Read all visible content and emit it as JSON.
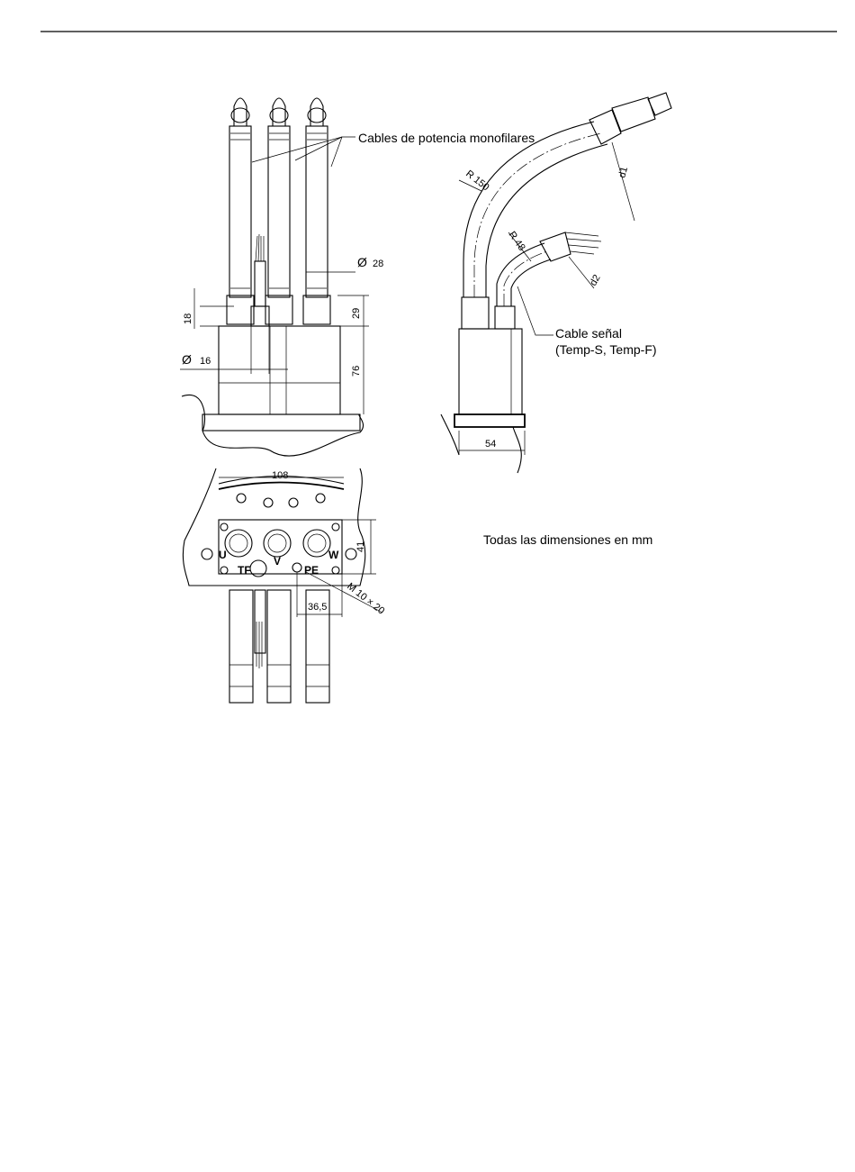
{
  "callouts": {
    "power_cables": "Cables de potencia monofilares",
    "signal_cable_line1": "Cable señal",
    "signal_cable_line2": "(Temp-S, Temp-F)",
    "units_note": "Todas las dimensiones en mm"
  },
  "dimensions": {
    "dia_28": "28",
    "dia_16": "16",
    "d_18": "18",
    "d_29": "29",
    "d_76": "76",
    "r_150": "R 150",
    "r_48": "R 48",
    "d1": "d1",
    "d2": "d2",
    "d_54": "54",
    "d_108": "108",
    "d_41": "41",
    "d_36_5": "36,5",
    "m10x20": "M 10 × 20"
  },
  "terminals": {
    "u": "U",
    "v": "V",
    "w": "W",
    "tf": "TF",
    "pe": "PE"
  },
  "symbols": {
    "diameter": "Ø"
  }
}
